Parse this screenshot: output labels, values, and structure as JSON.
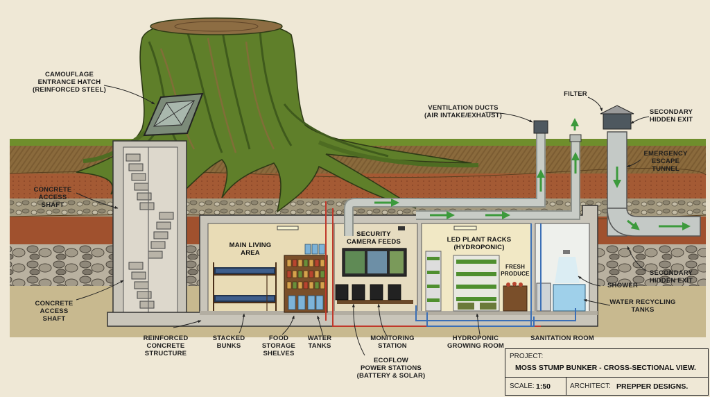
{
  "labels": {
    "hatch": "CAMOUFLAGE\nENTRANCE HATCH\n(REINFORCED STEEL)",
    "shaft_top": "CONCRETE\nACCESS SHAFT",
    "shaft_bottom": "CONCRETE\nACCESS SHAFT",
    "ventilation": "VENTILATION DUCTS\n(AIR INTAKE/EXHAUST)",
    "filter": "FILTER",
    "exit_top": "SECONDARY\nHIDDEN EXIT",
    "escape_tunnel": "EMERGENCY\nESCAPE\nTUNNEL",
    "exit_bottom": "SECONDARY\nHIDDEN EXIT",
    "main_living": "MAIN LIVING\nAREA",
    "security": "SECURITY\nCAMERA FEEDS",
    "led_racks": "LED PLANT RACKS\n(HYDROPONIC)",
    "fresh_produce": "FRESH\nPRODUCE",
    "shower": "SHOWER",
    "water_recycling": "WATER RECYCLING\nTANKS",
    "reinforced": "REINFORCED\nCONCRETE\nSTRUCTURE",
    "bunks": "STACKED\nBUNKS",
    "food": "FOOD\nSTORAGE\nSHELVES",
    "water_tanks": "WATER\nTANKS",
    "monitoring": "MONITORING\nSTATION",
    "ecoflow": "ECOFLOW\nPOWER STATIONS\n(BATTERY & SOLAR)",
    "growing_room": "HYDROPONIC\nGROWING ROOM",
    "sanitation": "SANITATION ROOM"
  },
  "title_block": {
    "project_caption": "PROJECT:",
    "project_name": "MOSS STUMP BUNKER - CROSS-SECTIONAL VIEW.",
    "scale_caption": "SCALE:",
    "scale_value": "1:50",
    "architect_caption": "ARCHITECT:",
    "architect_value": "PREPPER DESIGNS."
  },
  "colors": {
    "paper": "#efe8d6",
    "concrete": "#c9c5ba",
    "topsoil": "#8a6a3c",
    "clay": "#a0512e",
    "moss": "#6f8e2c",
    "bark": "#7a5a33",
    "duct": "#b9bdb7",
    "airflow_arrow": "#3c9a3c",
    "cold_pipe": "#3b6fb6",
    "hot_pipe": "#c0392b"
  }
}
